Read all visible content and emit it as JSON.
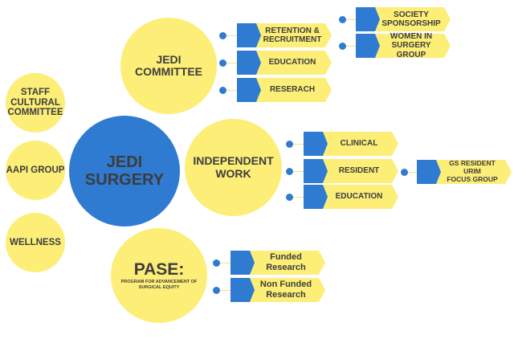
{
  "colors": {
    "yellow": "#fcee77",
    "blue": "#2f7bd1",
    "text": "#3d3d3d"
  },
  "center": {
    "title": "JEDI\nSURGERY"
  },
  "side_groups": [
    {
      "title": "STAFF\nCULTURAL\nCOMMITTEE"
    },
    {
      "title": "AAPI GROUP"
    },
    {
      "title": "WELLNESS"
    }
  ],
  "branches": {
    "jedi_committee": {
      "title": "JEDI\nCOMMITTEE",
      "items": [
        {
          "label": "RETENTION &\nRECRUITMENT",
          "children": [
            {
              "label": "SOCIETY\nSPONSORSHIP"
            },
            {
              "label": "WOMEN IN\nSURGERY GROUP"
            }
          ]
        },
        {
          "label": "EDUCATION"
        },
        {
          "label": "RESERACH"
        }
      ]
    },
    "independent_work": {
      "title": "INDEPENDENT\nWORK",
      "items": [
        {
          "label": "CLINICAL"
        },
        {
          "label": "RESIDENT",
          "children": [
            {
              "label": "GS RESIDENT URIM\nFOCUS GROUP"
            }
          ]
        },
        {
          "label": "EDUCATION"
        }
      ]
    },
    "pase": {
      "title": "PASE:",
      "subtitle": "PROGRAM FOR ADVANCEMENT OF\nSURGICAL EQUITY",
      "items": [
        {
          "label": "Funded\nResearch"
        },
        {
          "label": "Non Funded\nResearch"
        }
      ]
    }
  }
}
